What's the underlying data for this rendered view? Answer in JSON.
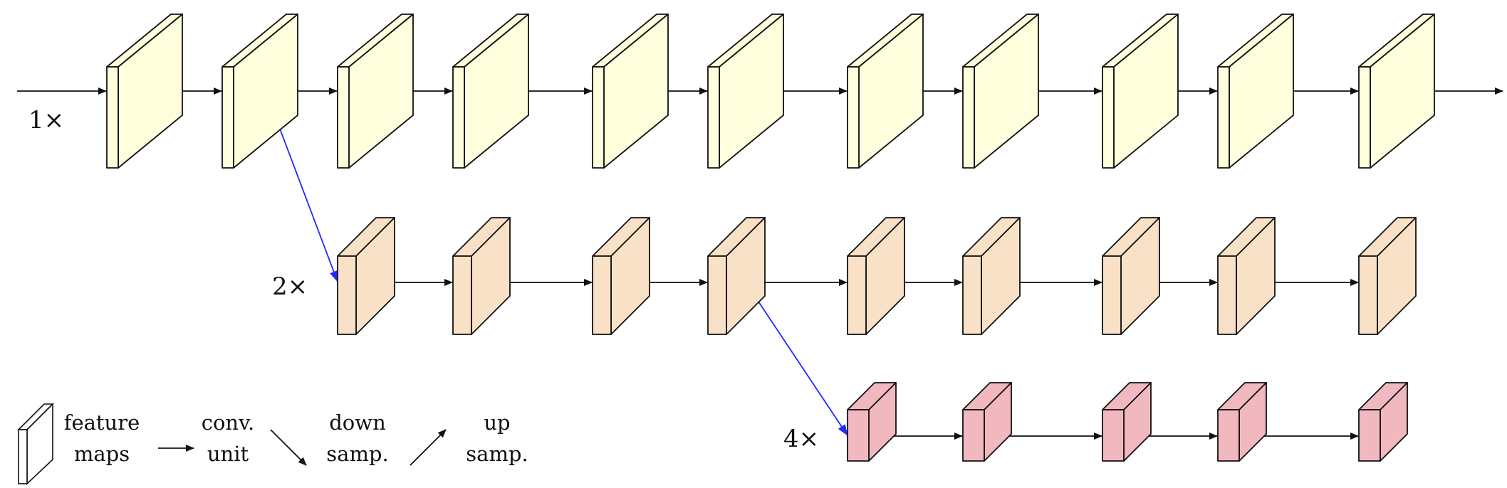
{
  "colors": {
    "stream_1x": "#FFFFDD",
    "stream_2x": "#F9E1C7",
    "stream_4x": "#F2B8C0",
    "edge": "#111111",
    "arrow": "#111111",
    "down_sample": "#1F2BFF"
  },
  "streams": [
    {
      "label": "1×",
      "blocks": 11
    },
    {
      "label": "2×",
      "blocks": 9
    },
    {
      "label": "4×",
      "blocks": 5
    }
  ],
  "legend": {
    "feature_maps": [
      "feature",
      "maps"
    ],
    "conv_unit": [
      "conv.",
      "unit"
    ],
    "down_sampling": [
      "down",
      "samp."
    ],
    "up_sampling": [
      "up",
      "samp."
    ]
  }
}
